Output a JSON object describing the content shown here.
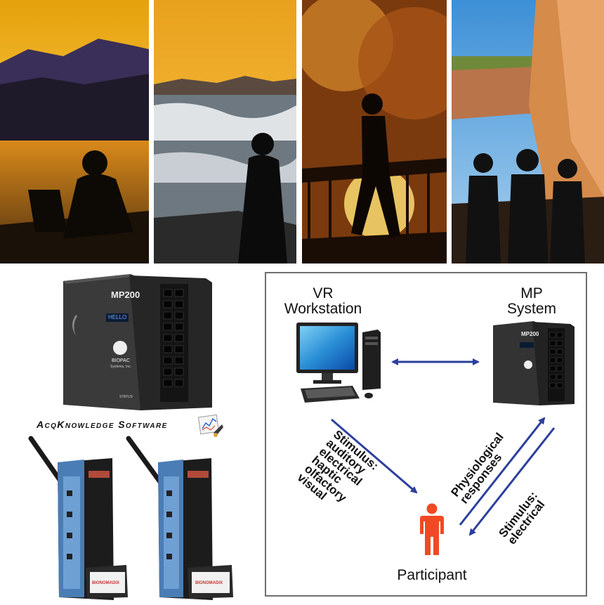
{
  "device": {
    "model": "MP200",
    "display": "HELLO",
    "brand": "BIOPAC",
    "brand_sub": "Systems, Inc.",
    "status": "STATUS"
  },
  "software_label": "AcqKnowledge Software",
  "wireless_brand": "BIONOMADIX",
  "diagram": {
    "vr_workstation": "VR\nWorkstation",
    "mp_system": "MP\nSystem",
    "participant": "Participant",
    "stimulus_out": "Stimulus:\nauditory\nelectrical\nhaptic\nolfactory\nvisual",
    "physiological": "Physiological\nresponses",
    "stimulus_back": "Stimulus:\nelectrical"
  },
  "colors": {
    "arrow": "#2c3f9c",
    "participant": "#f04a23",
    "border": "#6f6f6f"
  }
}
